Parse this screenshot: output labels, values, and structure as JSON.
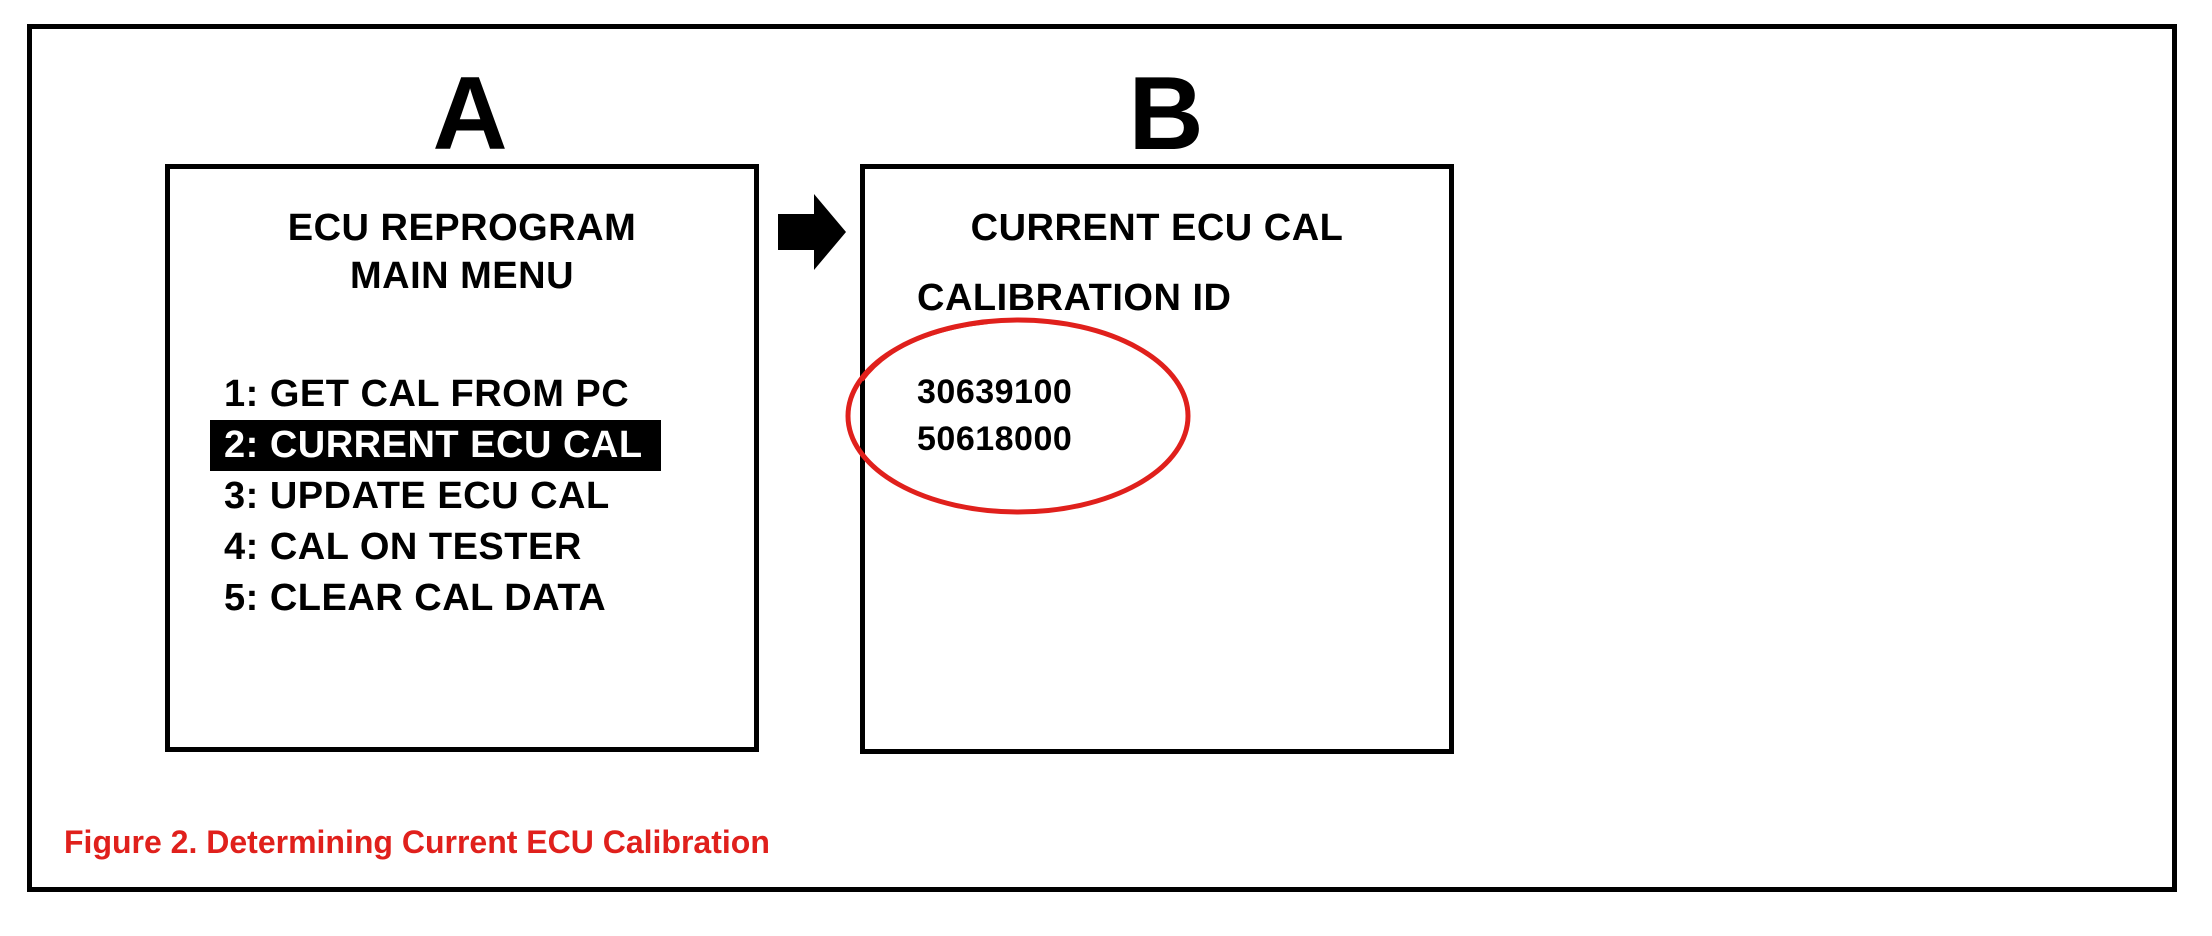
{
  "panels": {
    "a": {
      "letter": "A",
      "title_line1": "ECU REPROGRAM",
      "title_line2": "MAIN MENU",
      "menu_items": [
        {
          "label": "1: GET CAL FROM PC",
          "selected": false
        },
        {
          "label": "2: CURRENT ECU CAL",
          "selected": true
        },
        {
          "label": "3: UPDATE ECU CAL",
          "selected": false
        },
        {
          "label": "4: CAL ON TESTER",
          "selected": false
        },
        {
          "label": "5: CLEAR CAL DATA",
          "selected": false
        }
      ]
    },
    "b": {
      "letter": "B",
      "title": "CURRENT ECU CAL",
      "label": "CALIBRATION ID",
      "calibration_ids": [
        "30639100",
        "50618000"
      ]
    }
  },
  "caption": "Figure 2. Determining Current ECU Calibration",
  "colors": {
    "caption": "#e0201c",
    "highlight_circle": "#e0201c",
    "frame": "#000000"
  },
  "icons": {
    "arrow": "right-arrow-icon",
    "highlight": "highlight-ellipse"
  }
}
